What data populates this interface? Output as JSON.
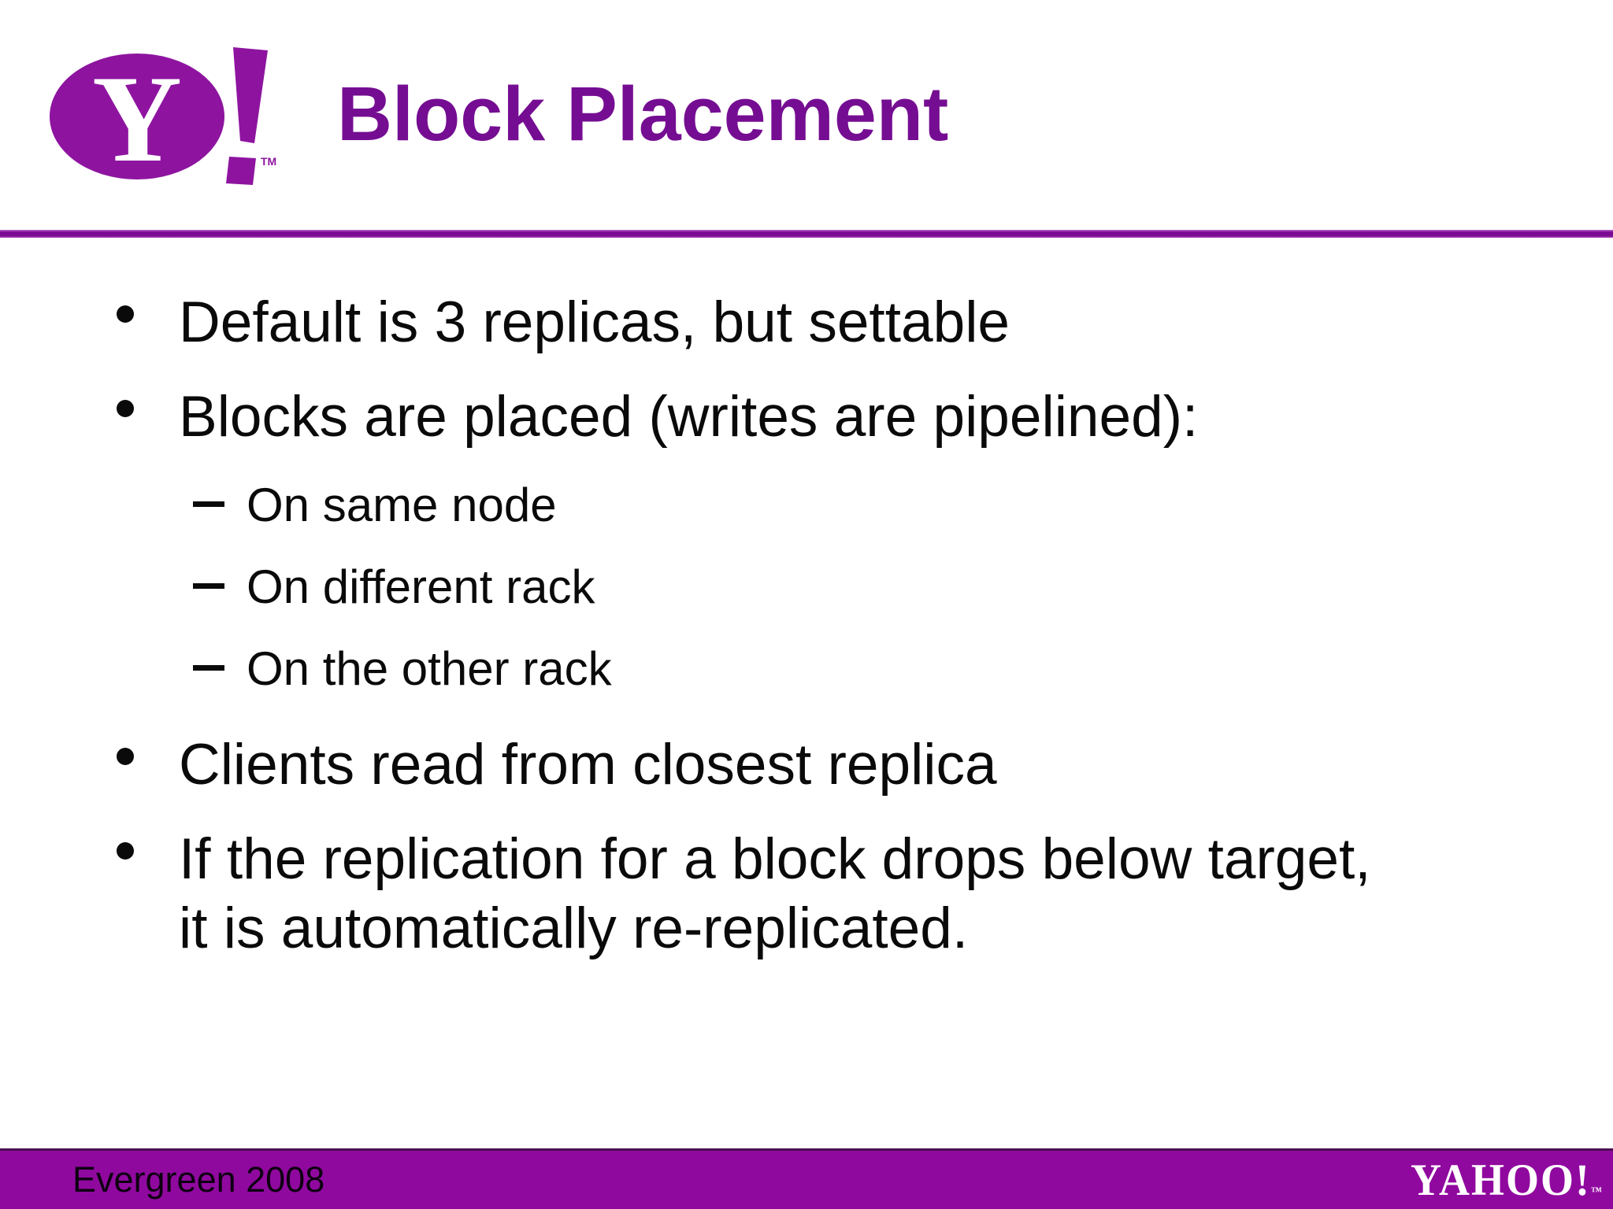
{
  "slide": {
    "title": "Block Placement",
    "logo": {
      "y": "Y",
      "tm": "TM"
    },
    "bullets": [
      {
        "text": "Default is 3 replicas, but settable"
      },
      {
        "text": "Blocks are placed (writes are pipelined):"
      },
      {
        "text": "On same node"
      },
      {
        "text": "On different rack"
      },
      {
        "text": "On the other rack"
      },
      {
        "text": "Clients read from closest replica"
      },
      {
        "lines": [
          "If the replication for a block drops below target,",
          "it is automatically re-replicated."
        ]
      }
    ],
    "footer": {
      "left": "Evergreen 2008",
      "wordmark": "YAHOO!",
      "wordmark_tm": "™"
    }
  },
  "colors": {
    "title_purple": "#750d92",
    "logo_purple": "#8e14a0",
    "rule_purple": "#7a0a92",
    "footer_purple": "#90099f",
    "body_text": "#0a0a0a"
  }
}
